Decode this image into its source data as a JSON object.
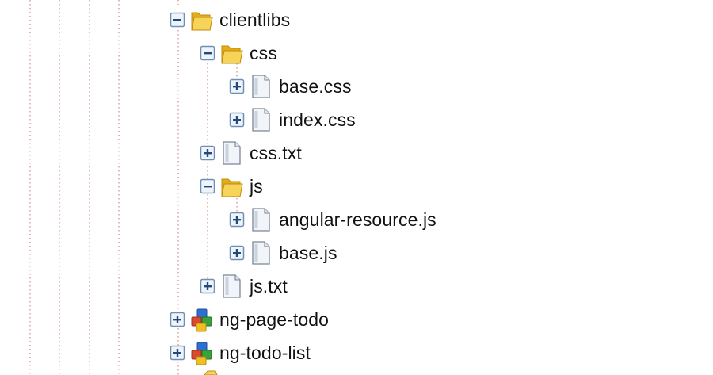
{
  "tree": {
    "nodes": [
      {
        "label": "clientlibs",
        "type": "folder",
        "state": "expanded"
      },
      {
        "label": "css",
        "type": "folder",
        "state": "expanded"
      },
      {
        "label": "base.css",
        "type": "file",
        "state": "collapsed"
      },
      {
        "label": "index.css",
        "type": "file",
        "state": "collapsed"
      },
      {
        "label": "css.txt",
        "type": "file",
        "state": "collapsed"
      },
      {
        "label": "js",
        "type": "folder",
        "state": "expanded"
      },
      {
        "label": "angular-resource.js",
        "type": "file",
        "state": "collapsed"
      },
      {
        "label": "base.js",
        "type": "file",
        "state": "collapsed"
      },
      {
        "label": "js.txt",
        "type": "file",
        "state": "collapsed"
      },
      {
        "label": "ng-page-todo",
        "type": "component",
        "state": "collapsed"
      },
      {
        "label": "ng-todo-list",
        "type": "component",
        "state": "collapsed"
      }
    ]
  },
  "icons": {
    "expanded_toggle": "minus-box-icon",
    "collapsed_toggle": "plus-box-icon",
    "folder": "folder-icon",
    "file": "file-icon",
    "component": "component-blocks-icon"
  },
  "colors": {
    "guide_line": "#d9a0a0",
    "toggle_border": "#6f8fb3",
    "toggle_fill": "#eef4fb",
    "toggle_sign": "#254a7a",
    "folder": "#f2c230",
    "folder_dark": "#c08a10",
    "file_fill": "#f1f4f8",
    "file_border": "#7a8696",
    "block_red": "#d94a2e",
    "block_green": "#3aa23a",
    "block_blue": "#2f6fd0",
    "block_yellow": "#f0c020"
  }
}
